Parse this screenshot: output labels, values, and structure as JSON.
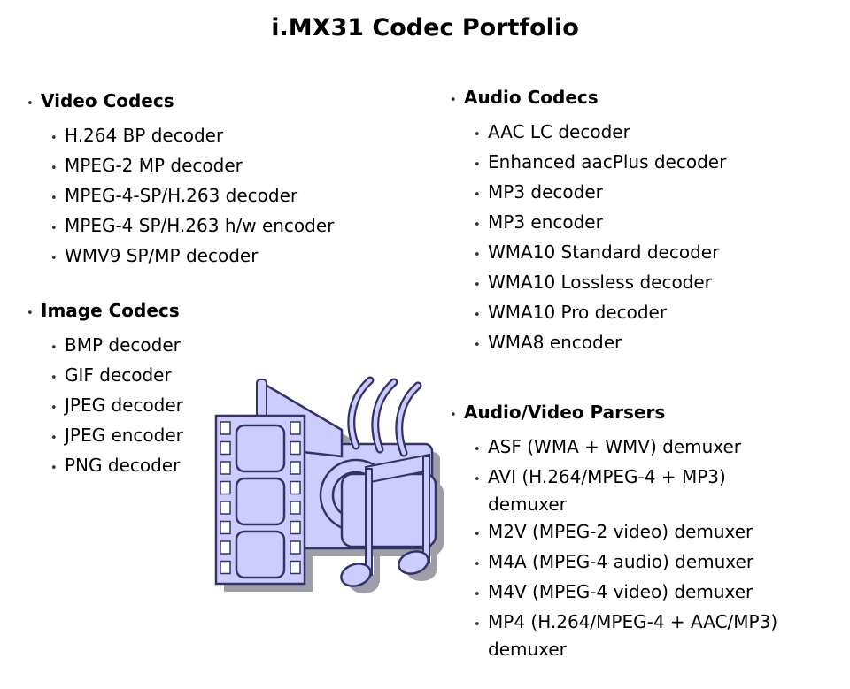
{
  "title": "i.MX31 Codec Portfolio",
  "bullet_char": "•",
  "columns": [
    {
      "sections": [
        {
          "heading": "Video Codecs",
          "items": [
            "H.264 BP decoder",
            "MPEG-2 MP decoder",
            "MPEG-4-SP/H.263 decoder",
            "MPEG-4 SP/H.263 h/w encoder",
            "WMV9 SP/MP decoder"
          ]
        },
        {
          "heading": "Image Codecs",
          "items": [
            "BMP decoder",
            "GIF decoder",
            "JPEG decoder",
            "JPEG encoder",
            "PNG decoder"
          ]
        }
      ]
    },
    {
      "sections": [
        {
          "heading": "Audio Codecs",
          "items": [
            "AAC LC decoder",
            "Enhanced aacPlus decoder",
            "MP3 decoder",
            "MP3 encoder",
            "WMA10 Standard decoder",
            "WMA10 Lossless decoder",
            "WMA10 Pro decoder",
            "WMA8 encoder"
          ]
        },
        {
          "heading": "Audio/Video Parsers",
          "items": [
            "ASF (WMA + WMV) demuxer",
            "AVI (H.264/MPEG-4 + MP3) demuxer",
            "M2V (MPEG-2 video) demuxer",
            "M4A (MPEG-4 audio) demuxer",
            "M4V (MPEG-4 video) demuxer",
            "MP4 (H.264/MPEG-4 + AAC/MP3) demuxer"
          ]
        }
      ]
    }
  ],
  "clipart": {
    "name": "multimedia-clipart",
    "elements": [
      "film-strip",
      "movie-camera",
      "speaker-horn",
      "sound-waves",
      "screen-panel",
      "music-notes"
    ],
    "fill": "#ccccff",
    "stroke": "#333366",
    "shadow": "#9e9ea8"
  }
}
